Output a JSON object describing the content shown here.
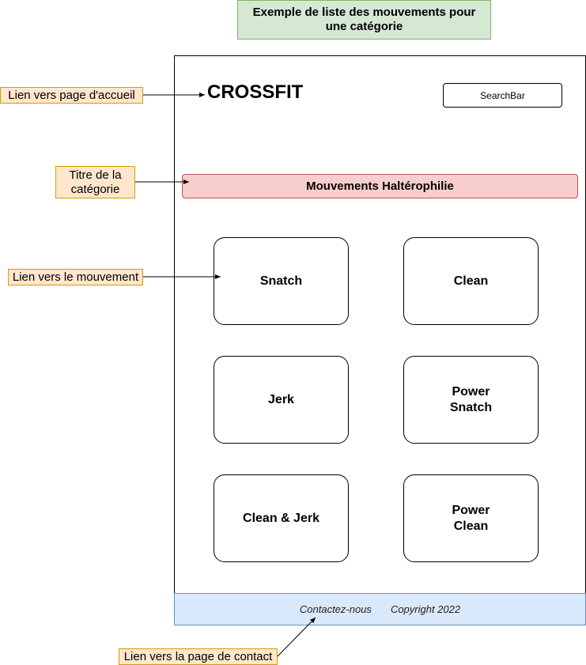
{
  "diagram_title": "Exemple de liste des mouvements pour une catégorie",
  "header": {
    "logo": "CROSSFIT",
    "search_label": "SearchBar"
  },
  "category": {
    "title": "Mouvements Haltérophilie"
  },
  "movements": [
    "Snatch",
    "Clean",
    "Jerk",
    "Power\nSnatch",
    "Clean & Jerk",
    "Power\nClean"
  ],
  "footer": {
    "contact": "Contactez-nous",
    "copyright": "Copyright 2022"
  },
  "annotations": {
    "home_link": "Lien vers page d'accueil",
    "category_title": "Titre de la catégorie",
    "movement_link": "Lien vers le mouvement",
    "contact_link": "Lien vers la page de contact"
  },
  "colors": {
    "title_fill": "#d5e8d4",
    "category_fill": "#f8cecc",
    "footer_fill": "#dae8fc",
    "note_fill": "#ffe6cc"
  }
}
